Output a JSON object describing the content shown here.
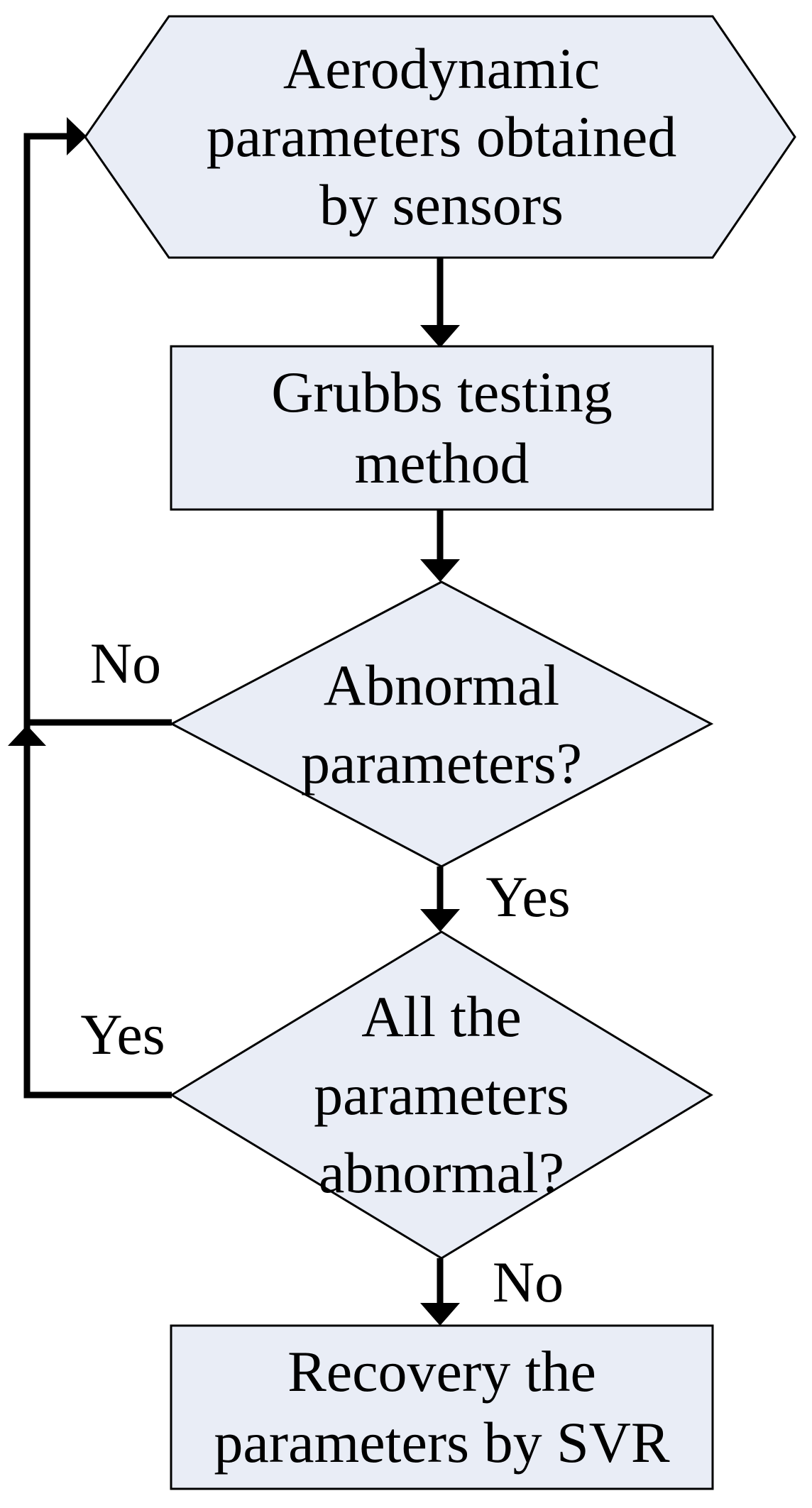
{
  "flow": {
    "colors": {
      "node_fill": "#e9edf6",
      "node_stroke": "#000000",
      "connector": "#000000",
      "background": "#ffffff",
      "text": "#000000"
    },
    "nodes": {
      "sensors": {
        "shape": "hexagon",
        "lines": [
          "Aerodynamic",
          "parameters obtained",
          "by sensors"
        ]
      },
      "grubbs": {
        "shape": "process",
        "lines": [
          "Grubbs testing",
          "method"
        ]
      },
      "abnormal": {
        "shape": "decision",
        "lines": [
          "Abnormal",
          "parameters?"
        ]
      },
      "all_abnormal": {
        "shape": "decision",
        "lines": [
          "All the",
          "parameters",
          "abnormal?"
        ]
      },
      "recovery": {
        "shape": "process",
        "lines": [
          "Recovery the",
          "parameters by SVR"
        ]
      }
    },
    "labels": {
      "no1": "No",
      "yes1": "Yes",
      "yes2": "Yes",
      "no2": "No"
    }
  }
}
